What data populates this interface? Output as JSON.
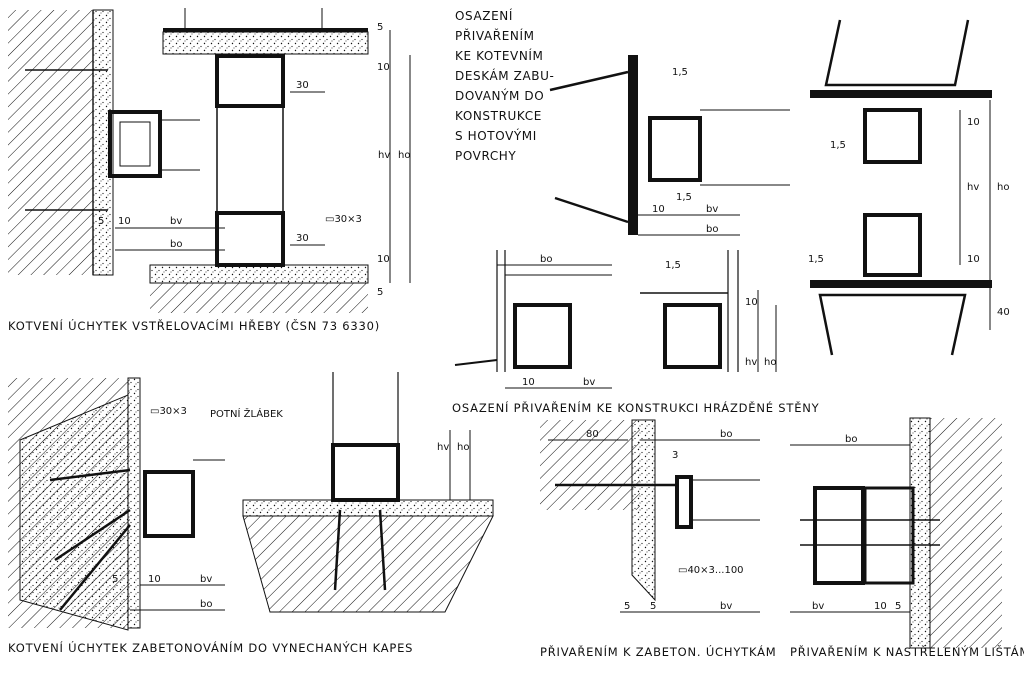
{
  "captions": {
    "top_left": "KOTVENÍ ÚCHYTEK VSTŘELOVACÍMI HŘEBY (ČSN 73 6330)",
    "mid_right": "OSAZENÍ PŘIVAŘENÍM KE KONSTRUKCI HRÁZDĚNÉ STĚNY",
    "bottom_left": "KOTVENÍ ÚCHYTEK ZABETONOVÁNÍM DO VYNECHANÝCH KAPES",
    "bottom_mid": "PŘIVAŘENÍM K ZABETON. ÚCHYTKÁM",
    "bottom_right": "PŘIVAŘENÍM K NASTŘELENÝM LIŠTÁM"
  },
  "note_lines": [
    "OSAZENÍ",
    "PŘIVAŘENÍM",
    "KE KOTEVNÍM",
    "DESKÁM ZABU-",
    "DOVANÝM DO",
    "KONSTRUKCE",
    "S HOTOVÝMI",
    "POVRCHY"
  ],
  "labels": {
    "bv": "bv",
    "bo": "bo",
    "hv": "hv",
    "ho": "ho",
    "flat_30x3": "▭30×3",
    "flat_40x3": "▭40×3...100",
    "potni_zlabek": "POTNÍ ŽLÁBEK",
    "weld_1_5": "1,5",
    "weld_3": "3"
  },
  "dims": {
    "d5": "5",
    "d10": "10",
    "d30": "30",
    "d40": "40",
    "d80": "80"
  }
}
